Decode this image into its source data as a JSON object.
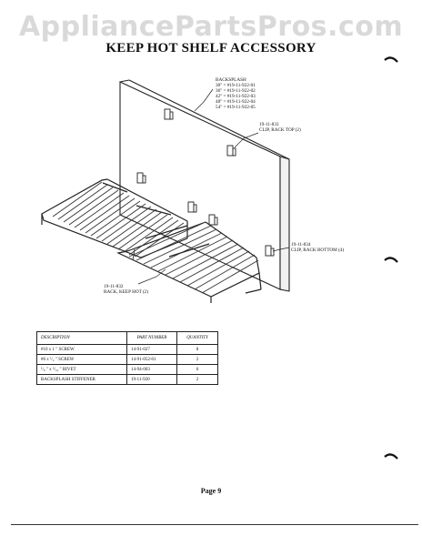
{
  "watermark": "AppliancePartsPros.com",
  "title": "KEEP HOT SHELF ACCESSORY",
  "callouts": {
    "backsplash": {
      "label": "BACKSPLASH",
      "sizes": [
        "30\" = #19-11-922-01",
        "36\" = #19-11-922-02",
        "42\" = #19-11-922-03",
        "48\" = #19-11-922-04",
        "54\" = #19-11-922-05"
      ]
    },
    "clip_rack_top": {
      "number": "19-11-833",
      "label": "CLIP, RACK TOP (2)"
    },
    "clip_rack_bottom": {
      "number": "19-11-834",
      "label": "CLIP, RACK BOTTOM (4)"
    },
    "rack_keep_hot": {
      "number": "19-11-832",
      "label": "RACK, KEEP HOT (2)"
    }
  },
  "parts_table": {
    "headers": [
      "DESCRIPTION",
      "PART NUMBER",
      "QUANTITY"
    ],
    "rows": [
      [
        "#10 x 1 \" SCREW",
        "14-91-027",
        "8"
      ],
      [
        "#6 x ¹/₂ \" SCREW",
        "14-91-052-01",
        "2"
      ],
      [
        "¹/₈ \" x ³/₁₆ \" RIVET",
        "14-94-003",
        "6"
      ],
      [
        "BACKSPLASH STIFFENER",
        "19-11-920",
        "2"
      ]
    ]
  },
  "page_number": "Page 9"
}
